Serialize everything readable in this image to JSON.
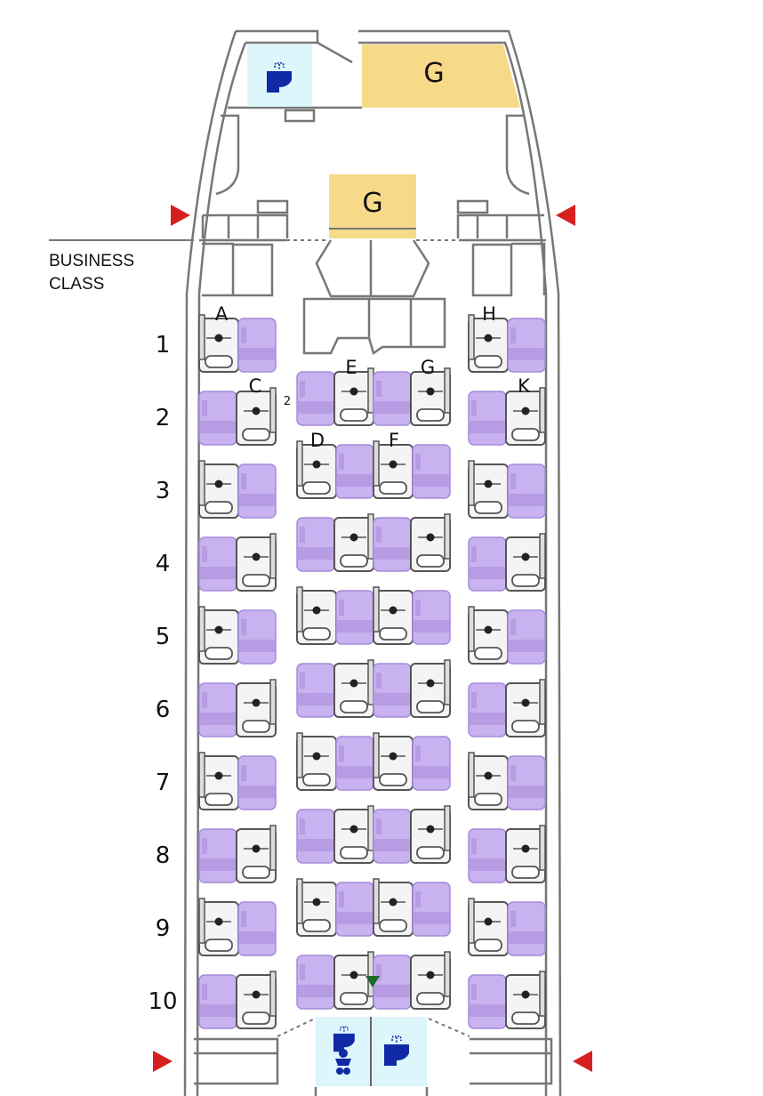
{
  "cabin": {
    "class_line1": "BUSINESS",
    "class_line2": "CLASS"
  },
  "galleys": [
    {
      "label": "G"
    },
    {
      "label": "G"
    }
  ],
  "rows": [
    "1",
    "2",
    "3",
    "4",
    "5",
    "6",
    "7",
    "8",
    "9",
    "10"
  ],
  "column_labels": {
    "A": "A",
    "C": "C",
    "D": "D",
    "E": "E",
    "F": "F",
    "G": "G",
    "H": "H",
    "K": "K"
  },
  "note_marker": "2",
  "icons": [
    "lavatory-icon",
    "baby-changing-icon",
    "exit-arrow-icon",
    "selected-seat-marker-icon"
  ],
  "colors": {
    "seat": "#c8b2ef",
    "galley": "#f7d98a",
    "lavatory": "#d9f5fb",
    "exit": "#d62020",
    "marker": "#1e6b2a"
  }
}
